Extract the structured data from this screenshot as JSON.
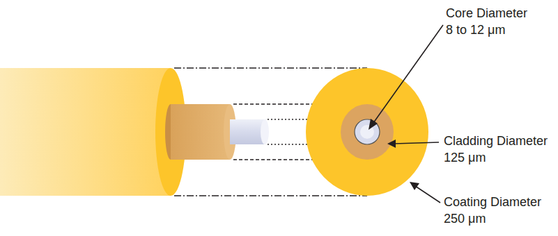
{
  "diagram": {
    "labels": [
      "Core Diameter",
      "8 to 12 μm",
      "Cladding Diameter",
      "125 μm",
      "Coating Diameter",
      "250 μm"
    ]
  }
}
